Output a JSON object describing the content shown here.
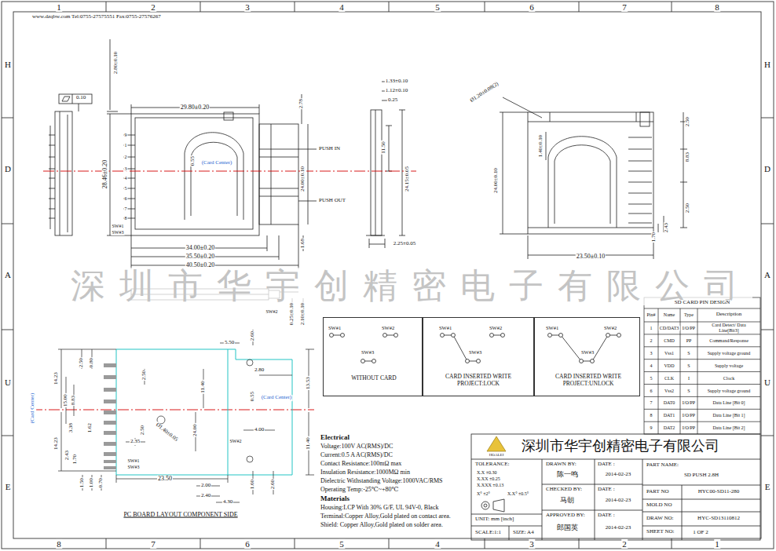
{
  "diagram": {
    "nodes": [
      {
        "text": [
          "SW#1",
          "SW#2",
          "SW#3",
          "WITHOUT CARD"
        ]
      },
      {
        "text": [
          "SW#1",
          "SW#2",
          "SW#3",
          "CARD INSERTED WRITE PROJECT:LOCK"
        ]
      },
      {
        "text": [
          "SW#1",
          "SW#2",
          "SW#3",
          "CARD INSERTED WRITE PROJECT:UNLOCK"
        ]
      }
    ],
    "labels": [
      "www.dzqbw.com Tel:0755-27575551 Fax:0755-27576267",
      "1",
      "2",
      "3",
      "4",
      "5",
      "6",
      "7",
      "8",
      "8",
      "7",
      "6",
      "5",
      "4",
      "3",
      "2",
      "1",
      "H",
      "D",
      "A",
      "U",
      "E",
      "H",
      "D",
      "A",
      "U",
      "E",
      "深圳市华宇创精密电子有限公司",
      "0.10",
      "2.80±0.10",
      "29.80±0.20",
      "2.78",
      "28.46±0.20",
      "9",
      "1",
      "2",
      "3",
      "4",
      "5",
      "6",
      "7",
      "8",
      "SW#1",
      "SW#3",
      "0.55",
      "(Card Center)",
      "PUSH IN",
      "PUSH OUT",
      "24.00±0.10",
      "11.50",
      "24.15±0.05",
      "1.68",
      "34.00±0.20",
      "35.50±0.20",
      "40.50±0.20",
      "SW#2",
      "0.25±0.10",
      "2.10±0.10",
      "1.33±0.10",
      "1.12±0.10",
      "0.25",
      "2.25±0.05",
      "Ø1.20±0.08(2)",
      "2.50",
      "8.83",
      "1.40±0.10",
      "24.00±0.10",
      "2.50",
      "2.43",
      "1.70",
      "23.50±0.10",
      "5.50",
      "2.60",
      "2.80",
      "13.53",
      "14.23",
      "2.50",
      "0.80",
      "15.00",
      "8.83",
      "2.50",
      "11.40",
      "0.55",
      "(Card Center)",
      "(Card Center)",
      "3.38",
      "1.62",
      "2.50",
      "2.35",
      "24.00",
      "4.00",
      "11.40",
      "14.23",
      "2.43",
      "1.70",
      "SW#1",
      "SW#3",
      "Ø1.40±0.05",
      "SW#2",
      "23.50",
      "1.50",
      "1.00",
      "0.70",
      "2.00",
      "2.40",
      "1.60",
      "2.60",
      "4.30",
      "PC BOARD LAYOUT COMPONENT SIDE",
      "Electrical",
      "Voltage:100V AC(RMS)/DC",
      "Current:0.5 A AC(RMS)/DC",
      "Contact Resistance:100mΩ max",
      "Insulation Resistance:1000MΩ min",
      "Dielectric Withstanding Voltage:1000VAC/RMS",
      "Operating Temp:-25℃~+80℃",
      "Materials",
      "Housing:LCP With 30% G/F, UL 94V-0, Black",
      "Terminal:Copper Alloy,Gold plated on contact area.",
      "Shield: Copper Alloy,Gold plated on solder area.",
      "SD CARD PIN DESIGN",
      "Pin#",
      "Name",
      "Type",
      "Description",
      "1",
      "CD/DAT3",
      "I/O/PP",
      "Card Detect/ Data Line[Bit3]",
      "2",
      "CMD",
      "PP",
      "Command/Response",
      "3",
      "Vss1",
      "S",
      "Supply voltage ground",
      "4",
      "VDD",
      "S",
      "Supply voltage",
      "5",
      "CLK",
      "I",
      "Clock",
      "6",
      "Vss2",
      "S",
      "Supply voltage ground",
      "7",
      "DAT0",
      "I/O/PP",
      "Data Line [Bit 0]",
      "8",
      "DAT1",
      "I/O/PP",
      "Data Line [Bit 1]",
      "9",
      "DAT2",
      "I/O/PP",
      "Data Line [Bit 2]",
      "深圳市华宇创精密电子有限公司",
      "HOALEI",
      "TOLERANCE:",
      "X.X ±0.30",
      "X.XX ±0.25",
      "X.XXX ±0.13",
      "X° ±2°",
      "X.X° ±0.5°",
      "UNIT: mm [inch]",
      "SCALE:1:1",
      "SIZE: A4",
      "DRAWN BY:",
      "陈一鸣",
      "CHECKED BY:",
      "马朝",
      "APPROVED BY:",
      "郎国英",
      "DATE :",
      "2014-02-23",
      "DATE :",
      "2014-02-23",
      "DATE :",
      "2014-02-23",
      "PART NAME:",
      "SD PUSH 2.8H",
      "PART NO",
      "HYC00-SD11-280",
      "MOLD NO",
      "DRAW NO:",
      "HYC-SD13110812",
      "SHEET NO:",
      "1 OF 2"
    ]
  }
}
